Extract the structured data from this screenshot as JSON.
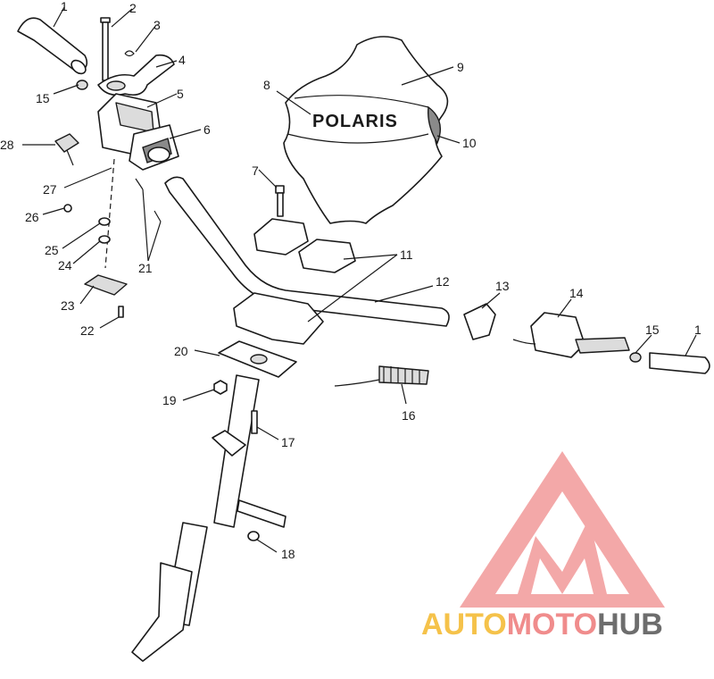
{
  "brand_label": "POLARIS",
  "watermark": {
    "parts": [
      "AUTO",
      "MOTO",
      "HUB"
    ],
    "colors": [
      "#f5c24a",
      "#f08c8c",
      "#6d6d6d"
    ],
    "logo_color": "#f29a9a"
  },
  "callouts": [
    {
      "id": "c1a",
      "text": "1"
    },
    {
      "id": "c2",
      "text": "2"
    },
    {
      "id": "c3",
      "text": "3"
    },
    {
      "id": "c4",
      "text": "4"
    },
    {
      "id": "c5",
      "text": "5"
    },
    {
      "id": "c6",
      "text": "6"
    },
    {
      "id": "c7",
      "text": "7"
    },
    {
      "id": "c8",
      "text": "8"
    },
    {
      "id": "c9",
      "text": "9"
    },
    {
      "id": "c10",
      "text": "10"
    },
    {
      "id": "c11",
      "text": "11"
    },
    {
      "id": "c12",
      "text": "12"
    },
    {
      "id": "c13",
      "text": "13"
    },
    {
      "id": "c14",
      "text": "14"
    },
    {
      "id": "c15a",
      "text": "15"
    },
    {
      "id": "c15b",
      "text": "15"
    },
    {
      "id": "c1b",
      "text": "1"
    },
    {
      "id": "c16",
      "text": "16"
    },
    {
      "id": "c17",
      "text": "17"
    },
    {
      "id": "c18",
      "text": "18"
    },
    {
      "id": "c19",
      "text": "19"
    },
    {
      "id": "c20",
      "text": "20"
    },
    {
      "id": "c21",
      "text": "21"
    },
    {
      "id": "c22",
      "text": "22"
    },
    {
      "id": "c23",
      "text": "23"
    },
    {
      "id": "c24",
      "text": "24"
    },
    {
      "id": "c25",
      "text": "25"
    },
    {
      "id": "c26",
      "text": "26"
    },
    {
      "id": "c27",
      "text": "27"
    },
    {
      "id": "c28",
      "text": "28"
    }
  ]
}
